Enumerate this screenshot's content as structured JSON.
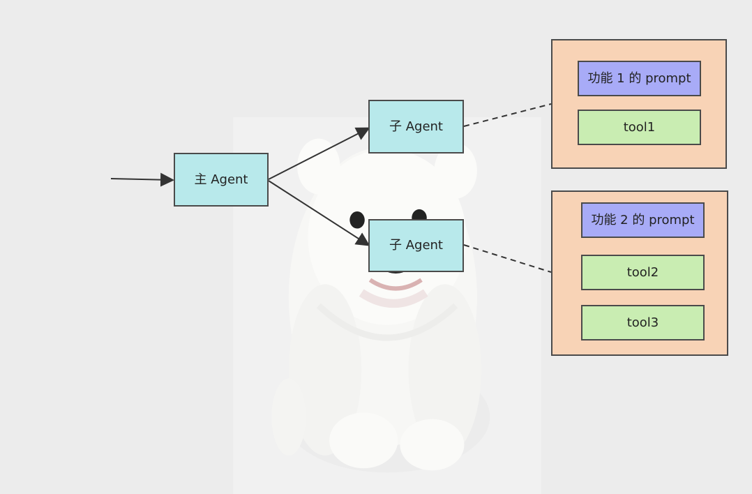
{
  "diagram": {
    "main_agent": "主 Agent",
    "sub_agents": [
      "子 Agent",
      "子 Agent"
    ],
    "groups": [
      {
        "prompt": "功能 1 的 prompt",
        "tools": [
          "tool1"
        ]
      },
      {
        "prompt": "功能 2 的 prompt",
        "tools": [
          "tool2",
          "tool3"
        ]
      }
    ]
  }
}
